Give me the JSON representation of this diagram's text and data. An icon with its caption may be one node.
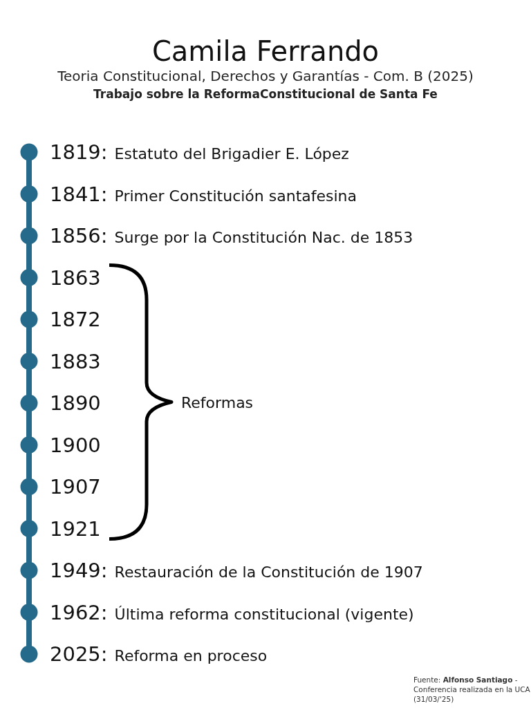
{
  "diagram": {
    "title": "Camila Ferrando",
    "nodes": [
      {
        "text": [
          "1819:",
          "Estatuto del Brigadier E. López"
        ]
      },
      {
        "text": [
          "1841:",
          "Primer Constitución santafesina"
        ]
      },
      {
        "text": [
          "1856:",
          "Surge por la Constitución Nac. de 1853"
        ]
      },
      {
        "text": [
          "1863"
        ]
      },
      {
        "text": [
          "1872"
        ]
      },
      {
        "text": [
          "1883"
        ]
      },
      {
        "text": [
          "1890"
        ]
      },
      {
        "text": [
          "1900"
        ]
      },
      {
        "text": [
          "1907"
        ]
      },
      {
        "text": [
          "1921"
        ]
      },
      {
        "text": [
          "1949:",
          "Restauración de la Constitución de 1907"
        ]
      },
      {
        "text": [
          "1962:",
          "Última reforma constitucional (vigente)"
        ]
      },
      {
        "text": [
          "2025:",
          "Reforma en proceso"
        ]
      }
    ],
    "labels": [
      "Teoria Constitucional, Derechos y Garantías - Com. B (2025)",
      "Trabajo sobre la ReformaConstitucional de Santa Fe",
      "Reformas",
      "Fuente: **Alfonso Santiago** - Conferencia realizada en la UCA (31/03/'25)"
    ]
  }
}
